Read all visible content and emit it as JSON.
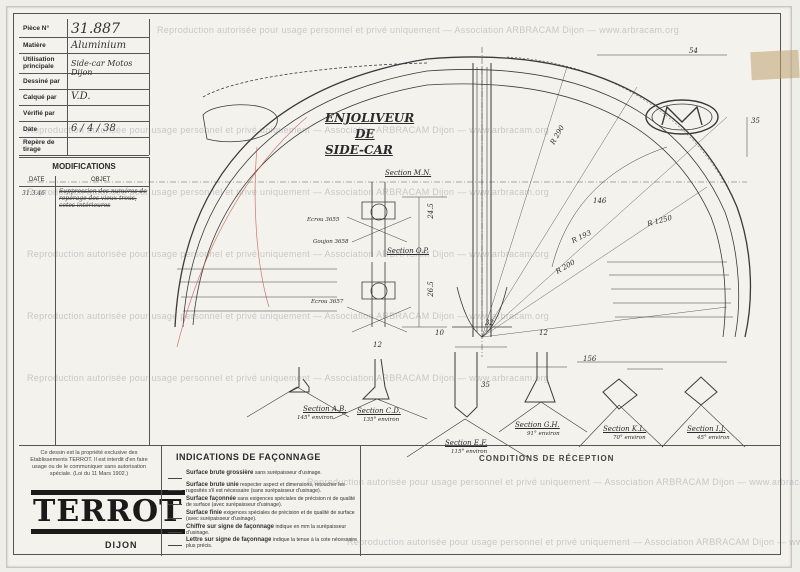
{
  "title_block": {
    "rows": [
      {
        "label": "Pièce N°",
        "value": "31.887"
      },
      {
        "label": "Matière",
        "value": "Aluminium"
      },
      {
        "label": "Utilisation principale",
        "value": "Side-car Motos Dijon"
      },
      {
        "label": "Dessiné par",
        "value": ""
      },
      {
        "label": "Calqué par",
        "value": "V.D."
      },
      {
        "label": "Vérifié par",
        "value": ""
      },
      {
        "label": "Date",
        "value": "6 / 4 / 38"
      },
      {
        "label": "Repère de tirage",
        "value": ""
      }
    ]
  },
  "modifications": {
    "heading": "MODIFICATIONS",
    "col_date": "DATE",
    "col_object": "OBJET",
    "entry_date": "31.3.46",
    "entry_text": "Suppression des numéros de repérage des vieux trous, cotes intérieures"
  },
  "drawing": {
    "title_line1": "ENJOLIVEUR",
    "title_line2": "DE",
    "title_line3": "SIDE-CAR",
    "sections": [
      {
        "name": "Section M.N."
      },
      {
        "name": "Section O.P."
      },
      {
        "name": "Section A.B.",
        "note": "145° environ"
      },
      {
        "name": "Section C.D.",
        "note": "135° environ"
      },
      {
        "name": "Section E.F.",
        "note": "115° environ"
      },
      {
        "name": "Section G.H.",
        "note": "91° environ"
      },
      {
        "name": "Section K.L.",
        "note": "70° environ"
      },
      {
        "name": "Section I.J.",
        "note": "45° environ"
      }
    ],
    "parts": [
      "Ecrou 3655",
      "Goujon 3658",
      "Ecrou 3657"
    ],
    "radii": [
      "R 290",
      "R 1250",
      "R 193",
      "R 200"
    ],
    "dims": [
      "54",
      "35",
      "156",
      "146",
      "32",
      "35",
      "12",
      "12",
      "10",
      "24.5",
      "26.5"
    ]
  },
  "footer": {
    "notice": "Ce dessin est la propriété exclusive des Etablissements TERROT. Il est interdit d'en faire usage ou de le communiquer sans autorisation spéciale. (Loi du 11 Mars 1902.)",
    "brand": "TERROT",
    "city": "DIJON",
    "indications_title": "INDICATIONS DE FAÇONNAGE",
    "conditions_title": "CONDITIONS DE RÉCEPTION",
    "indications": [
      {
        "bold": "Surface brute grossière",
        "text": "sans surépaisseur d'usinage."
      },
      {
        "bold": "Surface brute unie",
        "text": "respecter aspect et dimensions, retoucher les rugosités s'il est nécessaire (sans surépaisseur d'usinage)."
      },
      {
        "bold": "Surface façonnée",
        "text": "sans exigences spéciales de précision ni de qualité de surface (avec surépaisseur d'usinage)."
      },
      {
        "bold": "Surface finie",
        "text": "exigences spéciales de précision et de qualité de surface (avec surépaisseur d'usinage)."
      },
      {
        "bold": "Chiffre sur signe de façonnage",
        "text": "indique en mm la surépaisseur d'usinage."
      },
      {
        "bold": "Lettre sur signe de façonnage",
        "text": "indique la tenue à la cote nécessaire plus précis."
      }
    ]
  },
  "watermark": "Reproduction autorisée pour usage personnel et privé uniquement — Association ARBRACAM Dijon — www.arbracam.org",
  "colors": {
    "ink": "#2a2a2a",
    "paper": "#f3f2ec",
    "pencil_red": "#c25a4a"
  }
}
